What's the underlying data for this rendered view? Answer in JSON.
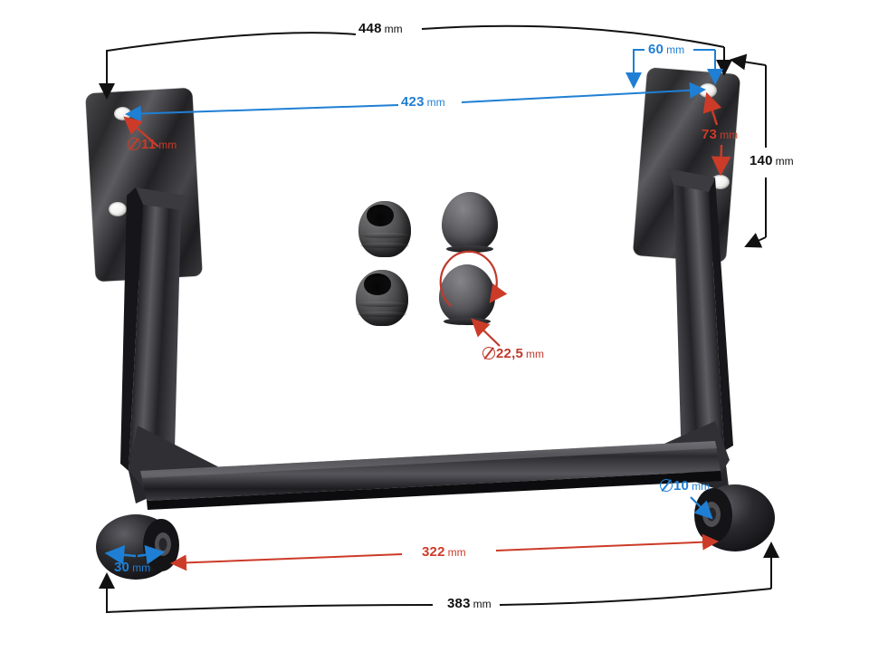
{
  "scene": {
    "background_color": "#ffffff",
    "subject": "metal seat mounting frame bracket with four rubber plugs"
  },
  "colors": {
    "black_dim": "#111111",
    "blue_dim": "#1f7fd4",
    "red_dim": "#cc3b28",
    "red_dim_dark": "#c0392b",
    "metal_dark": "#2a2a2c",
    "rubber": "#55555a"
  },
  "annotations": {
    "top_width": {
      "value": "448",
      "unit": "mm",
      "color": "#111111",
      "style": "black"
    },
    "top_inner_span": {
      "value": "423",
      "unit": "mm",
      "color": "#1f7fd4",
      "style": "blue"
    },
    "top_right_offset": {
      "value": "60",
      "unit": "mm",
      "color": "#1f7fd4",
      "style": "blue"
    },
    "right_height": {
      "value": "140",
      "unit": "mm",
      "color": "#111111",
      "style": "black"
    },
    "right_hole_spacing": {
      "value": "73",
      "unit": "mm",
      "color": "#cc3b28",
      "style": "red"
    },
    "left_hole_diameter": {
      "symbol": "⌀",
      "value": "11",
      "unit": "mm",
      "color": "#cc3b28",
      "style": "red"
    },
    "cap_diameter": {
      "symbol": "⌀",
      "value": "22,5",
      "unit": "mm",
      "color": "#c0392b",
      "style": "red"
    },
    "bushing_bore_diameter": {
      "symbol": "⌀",
      "value": "10",
      "unit": "mm",
      "color": "#1f7fd4",
      "style": "blue"
    },
    "bushing_width": {
      "value": "30",
      "unit": "mm",
      "color": "#1f7fd4",
      "style": "blue"
    },
    "bottom_inner_span": {
      "value": "322",
      "unit": "mm",
      "color": "#cc3b28",
      "style": "red"
    },
    "bottom_width": {
      "value": "383",
      "unit": "mm",
      "color": "#111111",
      "style": "black"
    }
  },
  "parts": {
    "left_plate": "left-mounting-plate",
    "right_plate": "right-mounting-plate",
    "left_arm": "left-frame-arm",
    "right_arm": "right-frame-arm",
    "crossbar": "lower-crossbar",
    "left_bushing": "left-pivot-bushing",
    "right_bushing": "right-pivot-bushing",
    "grommet_top": "rubber-grommet-top",
    "grommet_bottom": "rubber-grommet-bottom",
    "cap_top": "rubber-dome-cap-top",
    "cap_bottom": "rubber-dome-cap-bottom"
  }
}
